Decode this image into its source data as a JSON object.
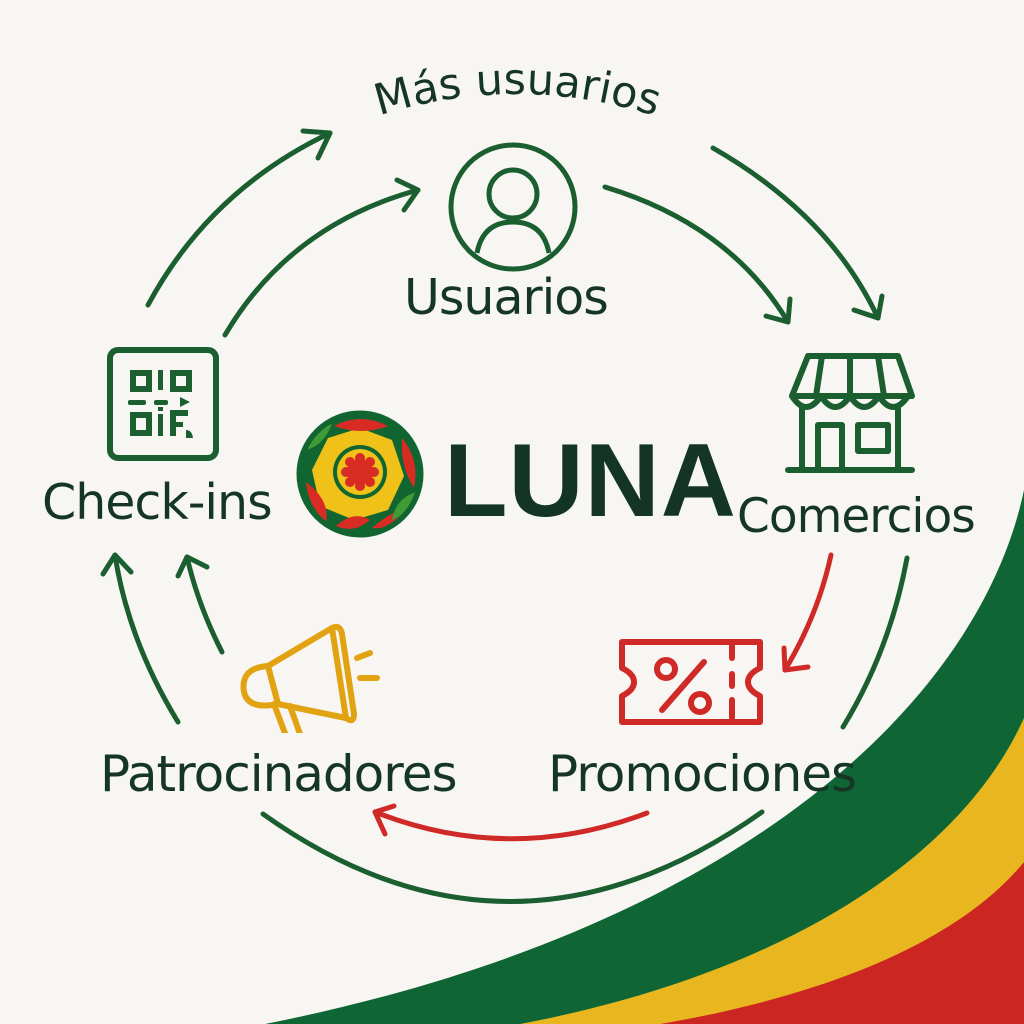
{
  "title": "Más usuarios",
  "brand": {
    "name": "LUNA",
    "logo": "luna-emblem-icon"
  },
  "nodes": [
    {
      "id": "usuarios",
      "label": "Usuarios",
      "icon": "user-circle-icon",
      "color": "#1b5e30"
    },
    {
      "id": "comercios",
      "label": "Comercios",
      "icon": "storefront-icon",
      "color": "#1b5e30"
    },
    {
      "id": "promociones",
      "label": "Promociones",
      "icon": "discount-ticket-icon",
      "color": "#cf2a27"
    },
    {
      "id": "patrocinadores",
      "label": "Patrocinadores",
      "icon": "megaphone-icon",
      "color": "#e2a312"
    },
    {
      "id": "checkins",
      "label": "Check-ins",
      "icon": "qr-code-icon",
      "color": "#1b5e30"
    }
  ],
  "flows": [
    {
      "from": "checkins",
      "to": "usuarios",
      "color": "#1b5e30",
      "count": 2
    },
    {
      "from": "usuarios",
      "to": "comercios",
      "color": "#1b5e30",
      "count": 2
    },
    {
      "from": "comercios",
      "to": "promociones",
      "color": "#cf2a27",
      "count": 1
    },
    {
      "from": "promociones",
      "to": "patrocinadores",
      "color": "#cf2a27",
      "count": 1
    },
    {
      "from": "patrocinadores",
      "to": "checkins",
      "color": "#1b5e30",
      "count": 2
    }
  ],
  "colors": {
    "background": "#f8f6f2",
    "green": "#1b5e30",
    "dark_text": "#153626",
    "red": "#cf2a27",
    "yellow": "#e8b81e",
    "band_green": "#0f6634",
    "band_yellow": "#e8b720",
    "band_red": "#cc2622"
  }
}
